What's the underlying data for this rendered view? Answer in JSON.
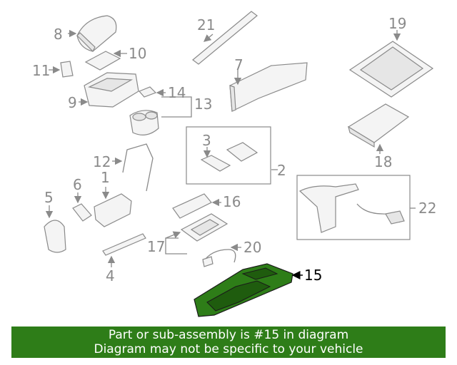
{
  "diagram": {
    "highlight_color": "#2e7d18",
    "line_color": "#8a8a8a",
    "callouts": {
      "c1": "1",
      "c2": "2",
      "c3": "3",
      "c4": "4",
      "c5": "5",
      "c6": "6",
      "c7": "7",
      "c8": "8",
      "c9": "9",
      "c10": "10",
      "c11": "11",
      "c12": "12",
      "c13": "13",
      "c14": "14",
      "c15": "15",
      "c16": "16",
      "c17": "17",
      "c18": "18",
      "c19": "19",
      "c20": "20",
      "c21": "21",
      "c22": "22"
    }
  },
  "banner": {
    "line1": "Part or sub-assembly is #15 in diagram",
    "line2": "Diagram may not be specific to your vehicle"
  }
}
